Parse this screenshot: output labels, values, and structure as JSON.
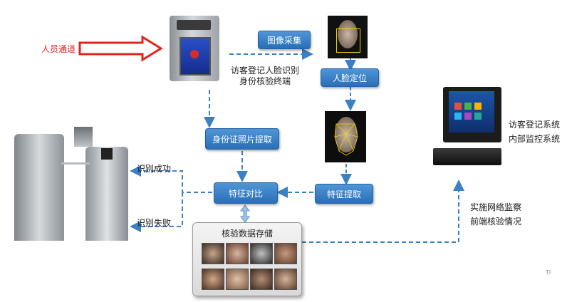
{
  "labels": {
    "entry": "人员通道",
    "terminal": "访客登记人脸识别\n身份核验终端",
    "success": "识别成功",
    "failure": "识别失败",
    "visitor_system_1": "访客登记系统",
    "visitor_system_2": "内部监控系统",
    "network_1": "实施网络监察",
    "network_2": "前端核验情况",
    "corner_mark": "TI"
  },
  "boxes": {
    "image_capture": "图像采集",
    "face_locate": "人脸定位",
    "id_photo": "身份证照片提取",
    "feature_compare": "特征对比",
    "feature_extract": "特征提取"
  },
  "storage": {
    "title": "核验数据存储"
  },
  "colors": {
    "entry_arrow": "#e0231b",
    "flow_arrow": "#3b7fc4",
    "box_fill": "#3a84cc"
  }
}
